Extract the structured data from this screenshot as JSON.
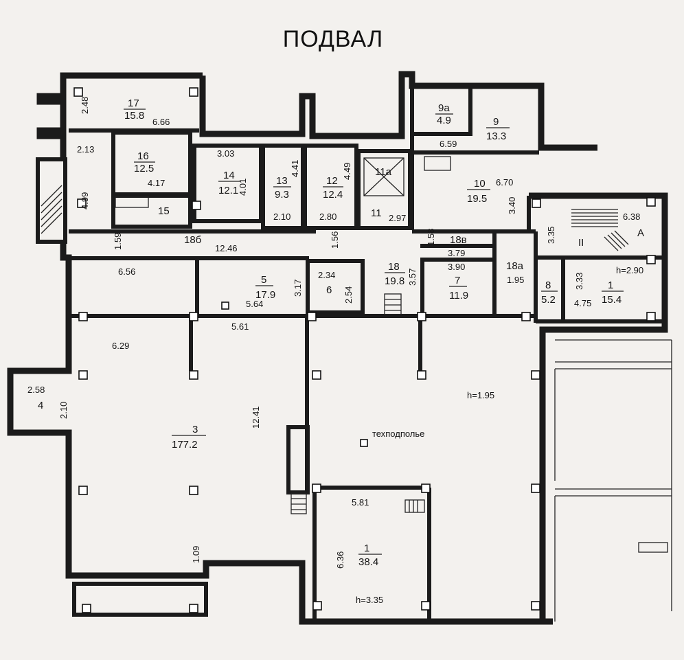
{
  "title": "ПОДВАЛ",
  "rooms": [
    {
      "id": "r17",
      "number": "17",
      "area": "15.8"
    },
    {
      "id": "r16",
      "number": "16",
      "area": "12.5"
    },
    {
      "id": "r15",
      "number": "15",
      "area": ""
    },
    {
      "id": "r14",
      "number": "14",
      "area": "12.1"
    },
    {
      "id": "r13",
      "number": "13",
      "area": "9.3"
    },
    {
      "id": "r12",
      "number": "12",
      "area": "12.4"
    },
    {
      "id": "r11a",
      "number": "11а",
      "area": ""
    },
    {
      "id": "r11",
      "number": "11",
      "area": ""
    },
    {
      "id": "r9a",
      "number": "9а",
      "area": "4.9"
    },
    {
      "id": "r9",
      "number": "9",
      "area": "13.3"
    },
    {
      "id": "r10",
      "number": "10",
      "area": "19.5"
    },
    {
      "id": "r18b",
      "number": "18б",
      "area": ""
    },
    {
      "id": "r18v",
      "number": "18в",
      "area": ""
    },
    {
      "id": "r18",
      "number": "18",
      "area": "19.8"
    },
    {
      "id": "r18a",
      "number": "18а",
      "area": ""
    },
    {
      "id": "r5",
      "number": "5",
      "area": "17.9"
    },
    {
      "id": "r6",
      "number": "6",
      "area": ""
    },
    {
      "id": "r7",
      "number": "7",
      "area": "11.9"
    },
    {
      "id": "r8",
      "number": "8",
      "area": "5.2"
    },
    {
      "id": "r1top",
      "number": "1",
      "area": "15.4"
    },
    {
      "id": "r3",
      "number": "3",
      "area": "177.2"
    },
    {
      "id": "r4",
      "number": "4",
      "area": ""
    },
    {
      "id": "r1bot",
      "number": "1",
      "area": "38.4"
    }
  ],
  "dimensions": [
    "2.48",
    "6.66",
    "2.13",
    "4.99",
    "4.17",
    "3.03",
    "4.01",
    "4.41",
    "4.49",
    "2.10",
    "2.80",
    "2.97",
    "6.59",
    "6.70",
    "3.40",
    "1.59",
    "12.46",
    "1.56",
    "1.58",
    "3.79",
    "3.90",
    "1.95",
    "3.35",
    "6.38",
    "3.33",
    "4.75",
    "6.56",
    "3.17",
    "5.64",
    "2.34",
    "2.54",
    "3.57",
    "5.61",
    "6.29",
    "12.41",
    "2.58",
    "2.10",
    "5.81",
    "6.36",
    "1.09"
  ],
  "labels": {
    "technical_floor": "техподполье",
    "height_main": "h=1.95",
    "height_room1": "h=3.35",
    "height_stair": "h=2.90",
    "stair_a": "А",
    "stair_ii": "II"
  }
}
